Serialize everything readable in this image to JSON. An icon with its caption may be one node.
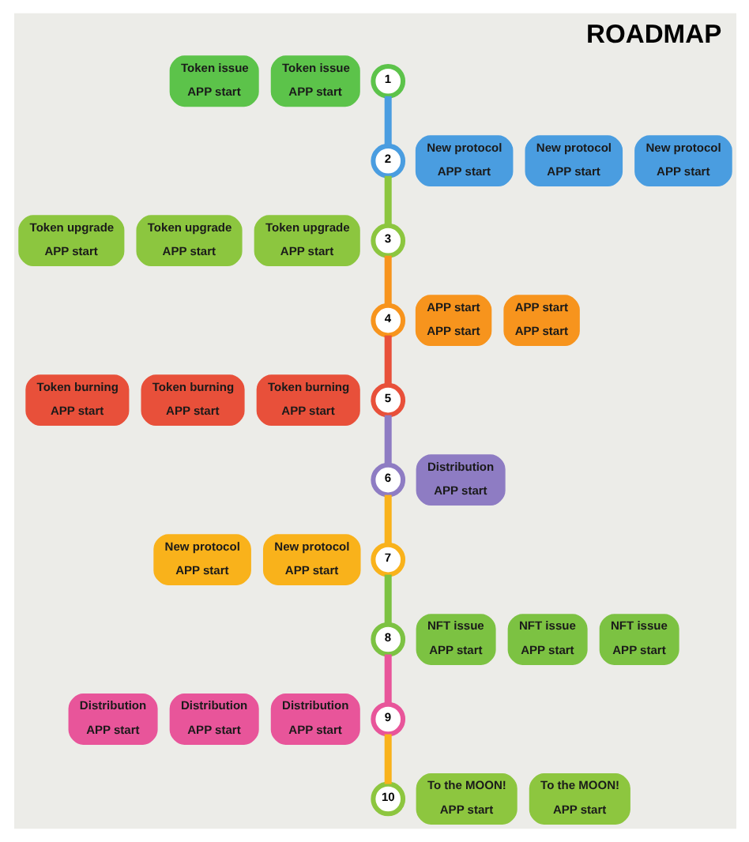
{
  "diagram": {
    "title": "ROADMAP",
    "nodes": [
      {
        "text": [
          "Token issue",
          "APP start"
        ]
      },
      {
        "text": [
          "Token issue",
          "APP start"
        ]
      },
      {
        "text": [
          "1"
        ]
      },
      {
        "text": [
          "2"
        ]
      },
      {
        "text": [
          "New protocol",
          "APP start"
        ]
      },
      {
        "text": [
          "New protocol",
          "APP start"
        ]
      },
      {
        "text": [
          "New protocol",
          "APP start"
        ]
      },
      {
        "text": [
          "Token upgrade",
          "APP start"
        ]
      },
      {
        "text": [
          "Token upgrade",
          "APP start"
        ]
      },
      {
        "text": [
          "Token upgrade",
          "APP start"
        ]
      },
      {
        "text": [
          "3"
        ]
      },
      {
        "text": [
          "4"
        ]
      },
      {
        "text": [
          "APP start",
          "APP start"
        ]
      },
      {
        "text": [
          "APP start",
          "APP start"
        ]
      },
      {
        "text": [
          "Token burning",
          "APP start"
        ]
      },
      {
        "text": [
          "Token burning",
          "APP start"
        ]
      },
      {
        "text": [
          "Token burning",
          "APP start"
        ]
      },
      {
        "text": [
          "5"
        ]
      },
      {
        "text": [
          "6"
        ]
      },
      {
        "text": [
          "Distribution",
          "APP start"
        ]
      },
      {
        "text": [
          "New protocol",
          "APP start"
        ]
      },
      {
        "text": [
          "New protocol",
          "APP start"
        ]
      },
      {
        "text": [
          "7"
        ]
      },
      {
        "text": [
          "8"
        ]
      },
      {
        "text": [
          "NFT issue",
          "APP start"
        ]
      },
      {
        "text": [
          "NFT issue",
          "APP start"
        ]
      },
      {
        "text": [
          "NFT issue",
          "APP start"
        ]
      },
      {
        "text": [
          "Distribution",
          "APP start"
        ]
      },
      {
        "text": [
          "Distribution",
          "APP start"
        ]
      },
      {
        "text": [
          "Distribution",
          "APP start"
        ]
      },
      {
        "text": [
          "9"
        ]
      },
      {
        "text": [
          "10"
        ]
      },
      {
        "text": [
          "To the MOON!",
          "APP start"
        ]
      },
      {
        "text": [
          "To the MOON!",
          "APP start"
        ]
      }
    ],
    "edges": [
      {
        "from": 2,
        "to": 3,
        "arrow": "none",
        "color": "#4a9de0"
      },
      {
        "from": 3,
        "to": 10,
        "arrow": "none",
        "color": "#8cc63f"
      },
      {
        "from": 10,
        "to": 11,
        "arrow": "none",
        "color": "#f7941d"
      },
      {
        "from": 11,
        "to": 17,
        "arrow": "none",
        "color": "#e8503a"
      },
      {
        "from": 17,
        "to": 18,
        "arrow": "none",
        "color": "#8e7cc3"
      },
      {
        "from": 18,
        "to": 22,
        "arrow": "none",
        "color": "#f9b21b"
      },
      {
        "from": 22,
        "to": 23,
        "arrow": "none",
        "color": "#7cc242"
      },
      {
        "from": 23,
        "to": 30,
        "arrow": "none",
        "color": "#e8559a"
      },
      {
        "from": 30,
        "to": 31,
        "arrow": "none",
        "color": "#f9b21b"
      }
    ]
  }
}
